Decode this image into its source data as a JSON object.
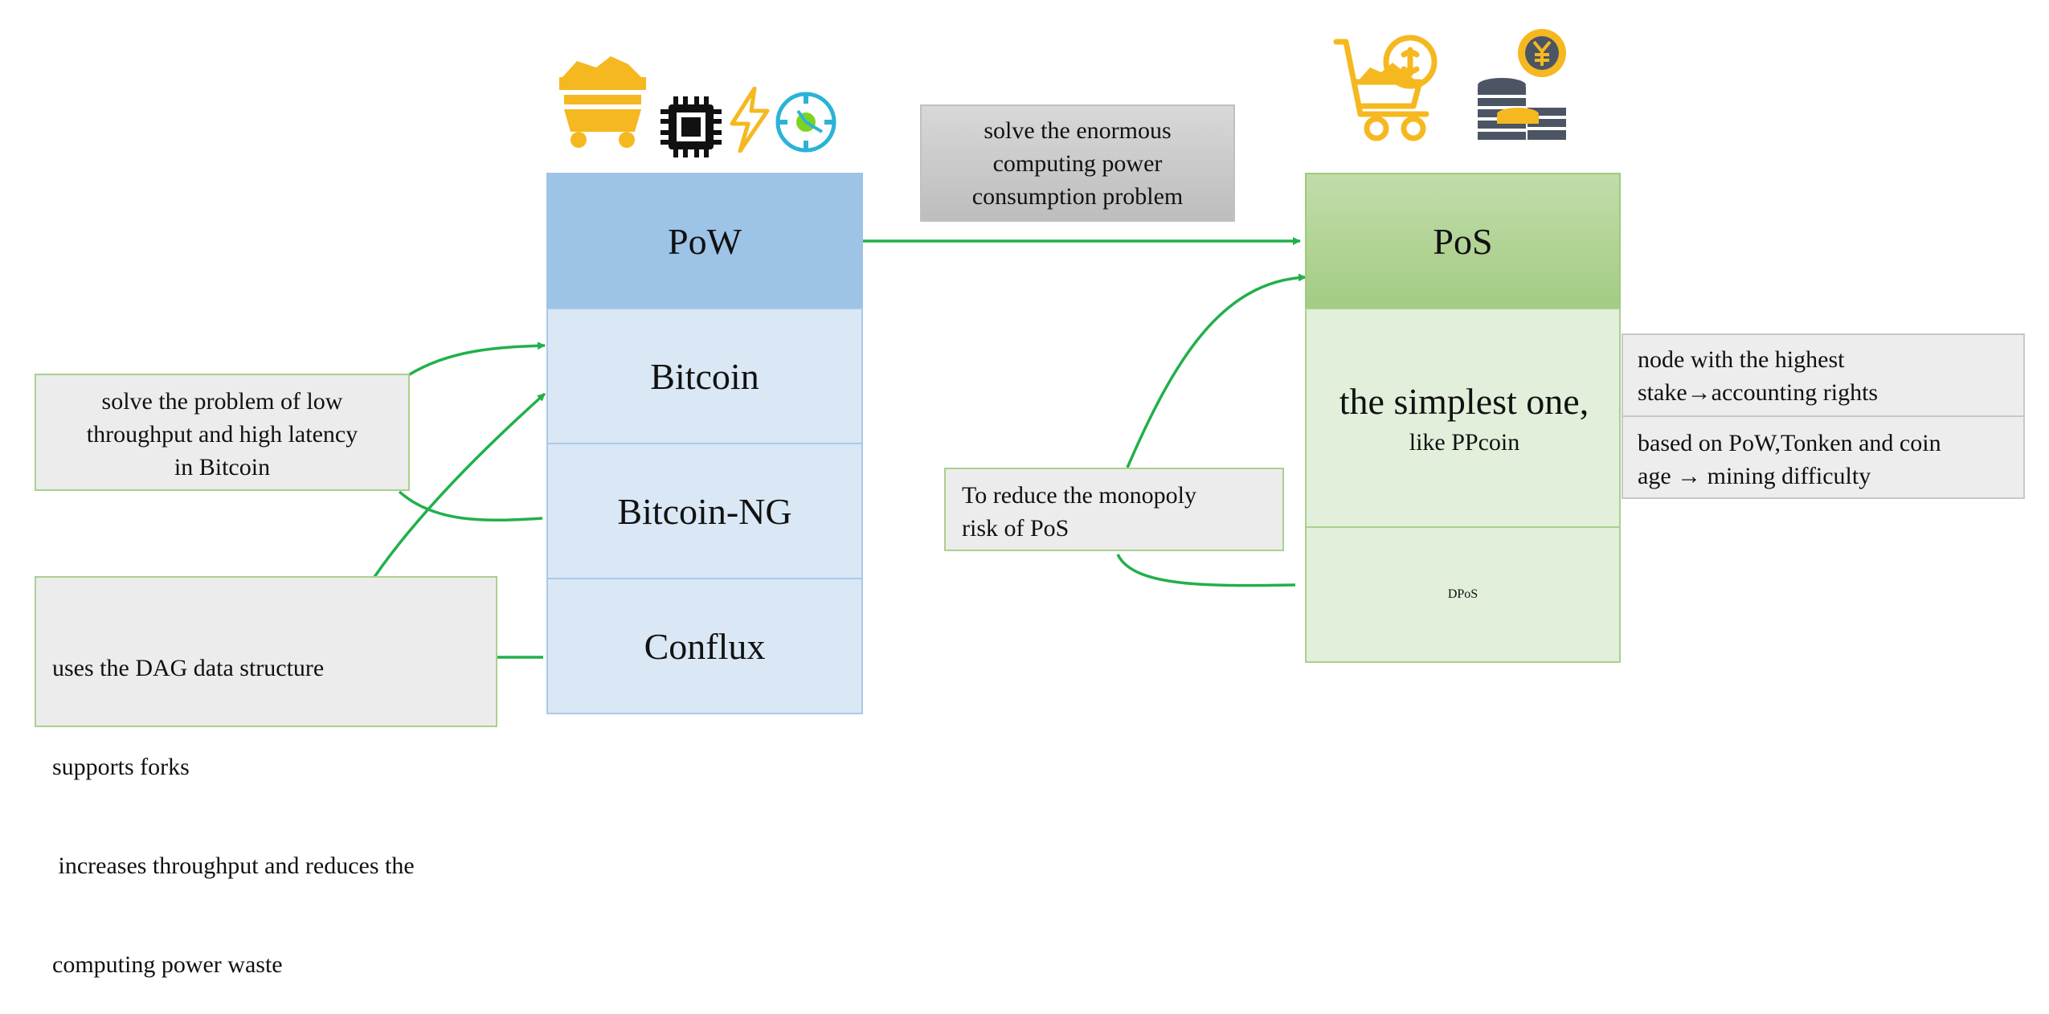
{
  "pow": {
    "header": "PoW",
    "items": [
      "Bitcoin",
      "Bitcoin-NG",
      "Conflux"
    ]
  },
  "pos": {
    "header": "PoS",
    "simplest_line1": "the simplest one,",
    "simplest_line2": "like PPcoin",
    "dpos": "DPoS"
  },
  "notes": {
    "transition": [
      "solve the enormous",
      "computing power",
      "consumption problem"
    ],
    "ng": [
      "solve the problem of low",
      "throughput and high latency",
      "in Bitcoin"
    ],
    "conflux": [
      "uses the DAG data structure",
      "supports forks",
      " increases throughput and reduces the",
      "computing power waste"
    ],
    "dpos": [
      "To reduce the monopoly",
      "risk of PoS"
    ],
    "stake": [
      "node with the highest",
      "stake→accounting rights"
    ],
    "coinage": [
      "based on PoW,Tonken and coin",
      "age → mining difficulty"
    ]
  },
  "icons": [
    "mining-cart-icon",
    "cpu-chip-icon",
    "lightning-icon",
    "clock-icon",
    "mining-basket-coin-icon",
    "coin-stack-yen-icon"
  ],
  "colors": {
    "arrow": "#22b04b",
    "pow_header": "#9dc3e6",
    "pow_cell": "#dae7f5",
    "pos_header": "#a9d18e",
    "pos_cell": "#e2efda",
    "icon_orange": "#f6b820"
  }
}
